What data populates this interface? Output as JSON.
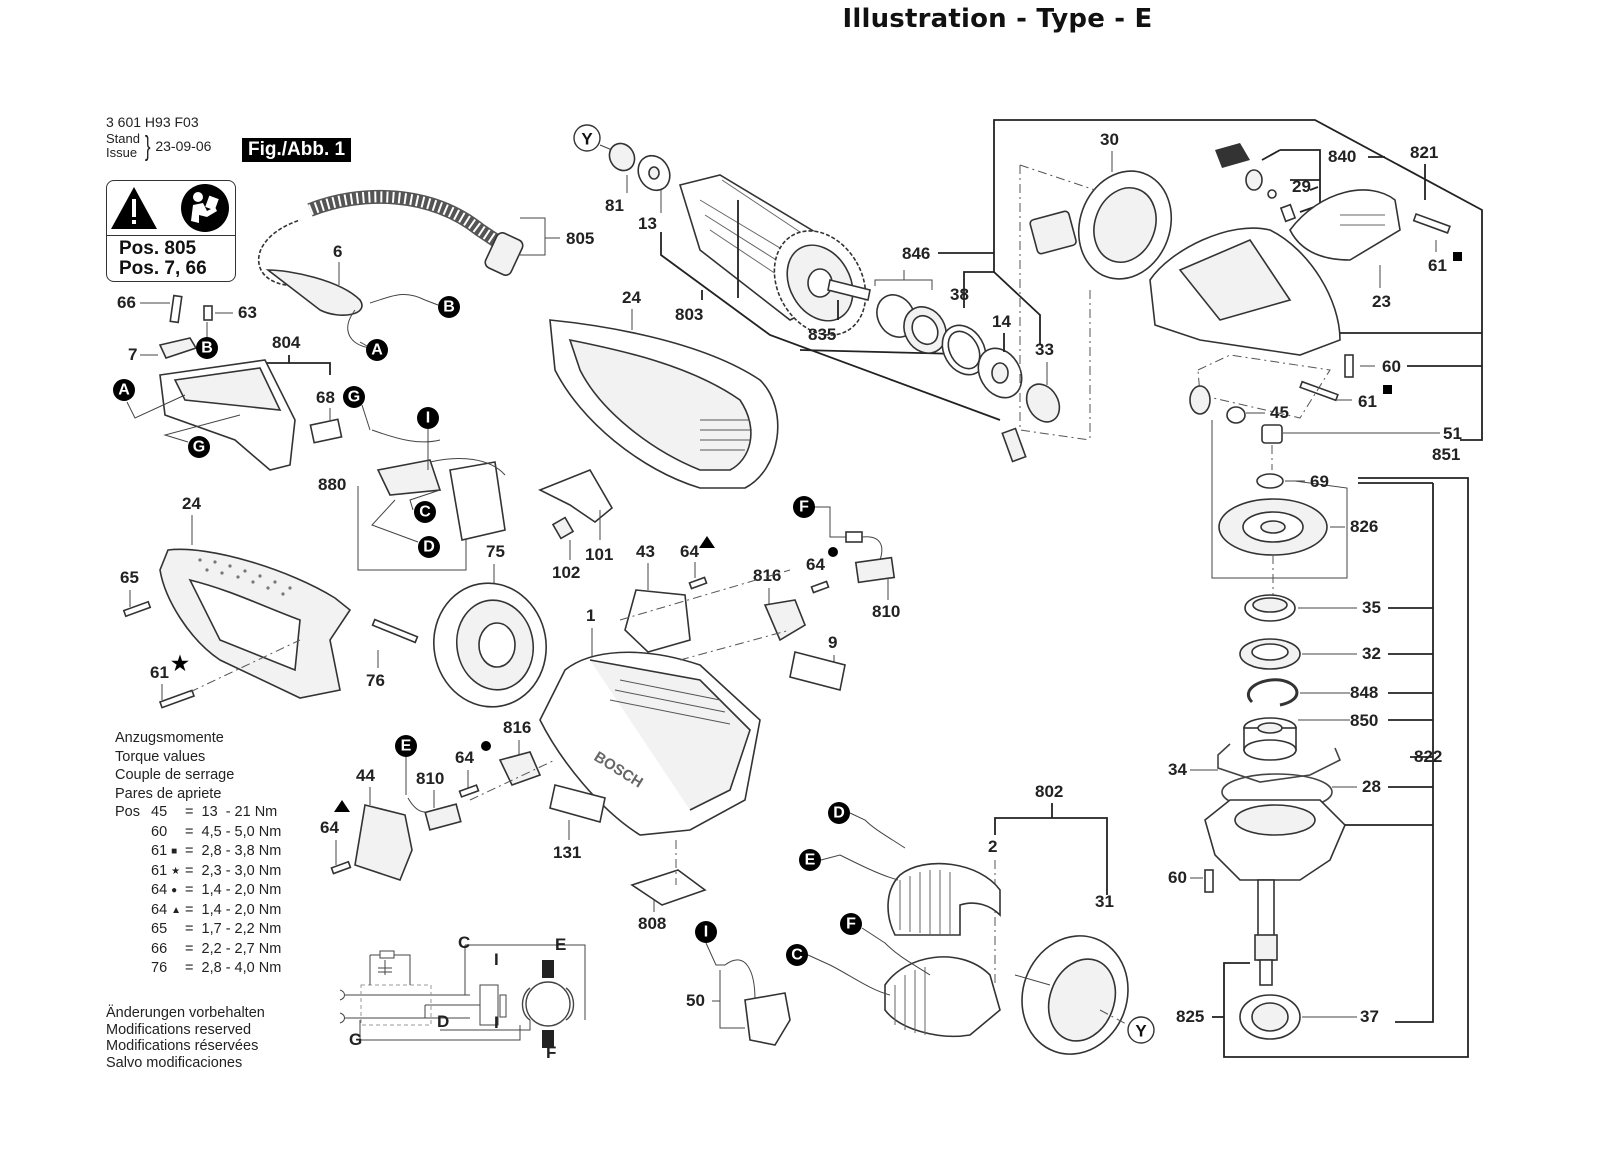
{
  "title": "Illustration - Type - E",
  "header": {
    "part_number": "3 601 H93 F03",
    "stand_label": "Stand",
    "issue_label": "Issue",
    "date": "23-09-06",
    "figure": "Fig./Abb. 1"
  },
  "warning_box": {
    "icons": [
      "warning-triangle-icon",
      "read-manual-icon"
    ],
    "line1": "Pos. 805",
    "line2": "Pos. 7, 66"
  },
  "torque": {
    "heading": [
      "Anzugsmomente",
      "Torque values",
      "Couple de serrage",
      "Pares de apriete"
    ],
    "pos_label": "Pos",
    "rows": [
      {
        "pos": "45",
        "mark": "",
        "eq": "=",
        "value": "13  - 21 Nm"
      },
      {
        "pos": "60",
        "mark": "",
        "eq": "=",
        "value": "4,5 - 5,0 Nm"
      },
      {
        "pos": "61",
        "mark": "■",
        "eq": "=",
        "value": "2,8 - 3,8 Nm"
      },
      {
        "pos": "61",
        "mark": "★",
        "eq": "=",
        "value": "2,3 - 3,0 Nm"
      },
      {
        "pos": "64",
        "mark": "●",
        "eq": "=",
        "value": "1,4 - 2,0 Nm"
      },
      {
        "pos": "64",
        "mark": "▲",
        "eq": "=",
        "value": "1,4 - 2,0 Nm"
      },
      {
        "pos": "65",
        "mark": "",
        "eq": "=",
        "value": "1,7 - 2,2 Nm"
      },
      {
        "pos": "66",
        "mark": "",
        "eq": "=",
        "value": "2,2 - 2,7 Nm"
      },
      {
        "pos": "76",
        "mark": "",
        "eq": "=",
        "value": "2,8 - 4,0 Nm"
      }
    ]
  },
  "modifications": [
    "Änderungen vorbehalten",
    "Modifications reserved",
    "Modifications réservées",
    "Salvo modificaciones"
  ],
  "part_labels": {
    "p805": "805",
    "p6": "6",
    "p66": "66",
    "p63": "63",
    "p804": "804",
    "p7": "7",
    "p68": "68",
    "p880": "880",
    "p24a": "24",
    "p65": "65",
    "p61star": "61",
    "p76": "76",
    "p75": "75",
    "p24b": "24",
    "p101": "101",
    "p102": "102",
    "p43": "43",
    "p64a": "64",
    "p1": "1",
    "p816a": "816",
    "p64b": "64",
    "p810a": "810",
    "p9": "9",
    "p44": "44",
    "p64c": "64",
    "p810b": "810",
    "p64d": "64",
    "p816b": "816",
    "p131": "131",
    "p808": "808",
    "p81": "81",
    "p13": "13",
    "p803": "803",
    "p835": "835",
    "p846": "846",
    "p38": "38",
    "p14": "14",
    "p33": "33",
    "p30": "30",
    "p840": "840",
    "p29": "29",
    "p821": "821",
    "p61a": "61",
    "p23": "23",
    "p60a": "60",
    "p61b": "61",
    "p45": "45",
    "p51": "51",
    "p851": "851",
    "p69": "69",
    "p826": "826",
    "p35": "35",
    "p32": "32",
    "p848": "848",
    "p850": "850",
    "p822": "822",
    "p34": "34",
    "p28": "28",
    "p60b": "60",
    "p825": "825",
    "p37": "37",
    "p802": "802",
    "p2": "2",
    "p31": "31",
    "p50": "50"
  },
  "connector_bubbles": {
    "A1": "A",
    "A2": "A",
    "B1": "B",
    "B2": "B",
    "G1": "G",
    "G2": "G",
    "I1": "I",
    "I2": "I",
    "C1": "C",
    "C2": "C",
    "D1": "D",
    "D2": "D",
    "E1": "E",
    "E2": "E",
    "F1": "F",
    "F2": "F",
    "Y1": "Y",
    "Y2": "Y"
  },
  "wiring": {
    "labels": {
      "C": "C",
      "D": "D",
      "E": "E",
      "F": "F",
      "G": "G",
      "I1": "I",
      "I2": "I"
    }
  },
  "housing_brand": "BOSCH"
}
